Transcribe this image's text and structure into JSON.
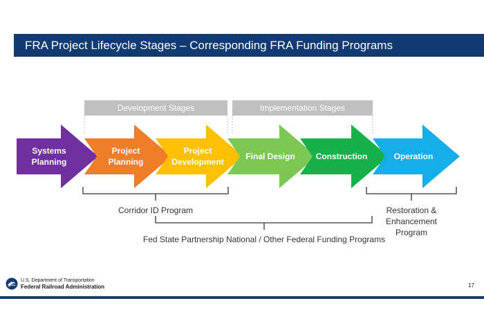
{
  "slide": {
    "title": "FRA Project Lifecycle Stages – Corresponding FRA Funding Programs",
    "stage_groups": [
      {
        "label": "Development Stages"
      },
      {
        "label": "Implementation Stages"
      }
    ],
    "stages": [
      {
        "line1": "Systems",
        "line2": "Planning",
        "color": "#7030a0"
      },
      {
        "line1": "Project",
        "line2": "Planning",
        "color": "#f07d2a"
      },
      {
        "line1": "Project",
        "line2": "Development",
        "color": "#ffc000"
      },
      {
        "line1": "Final Design",
        "line2": "",
        "color": "#7dc855"
      },
      {
        "line1": "Construction",
        "line2": "",
        "color": "#17b04b"
      },
      {
        "line1": "Operation",
        "line2": "",
        "color": "#16aeea"
      }
    ],
    "programs": {
      "corridor_id": "Corridor ID Program",
      "restoration_line1": "Restoration &",
      "restoration_line2": "Enhancement",
      "restoration_line3": "Program",
      "fed_state": "Fed State Partnership National / Other Federal Funding Programs"
    }
  },
  "footer": {
    "agency_line1": "U.S. Department of Transportation",
    "agency_line2": "Federal Railroad Administration",
    "page_number": "17"
  },
  "colors": {
    "brand_navy": "#123b74",
    "header_gray": "#bfbfbf"
  }
}
